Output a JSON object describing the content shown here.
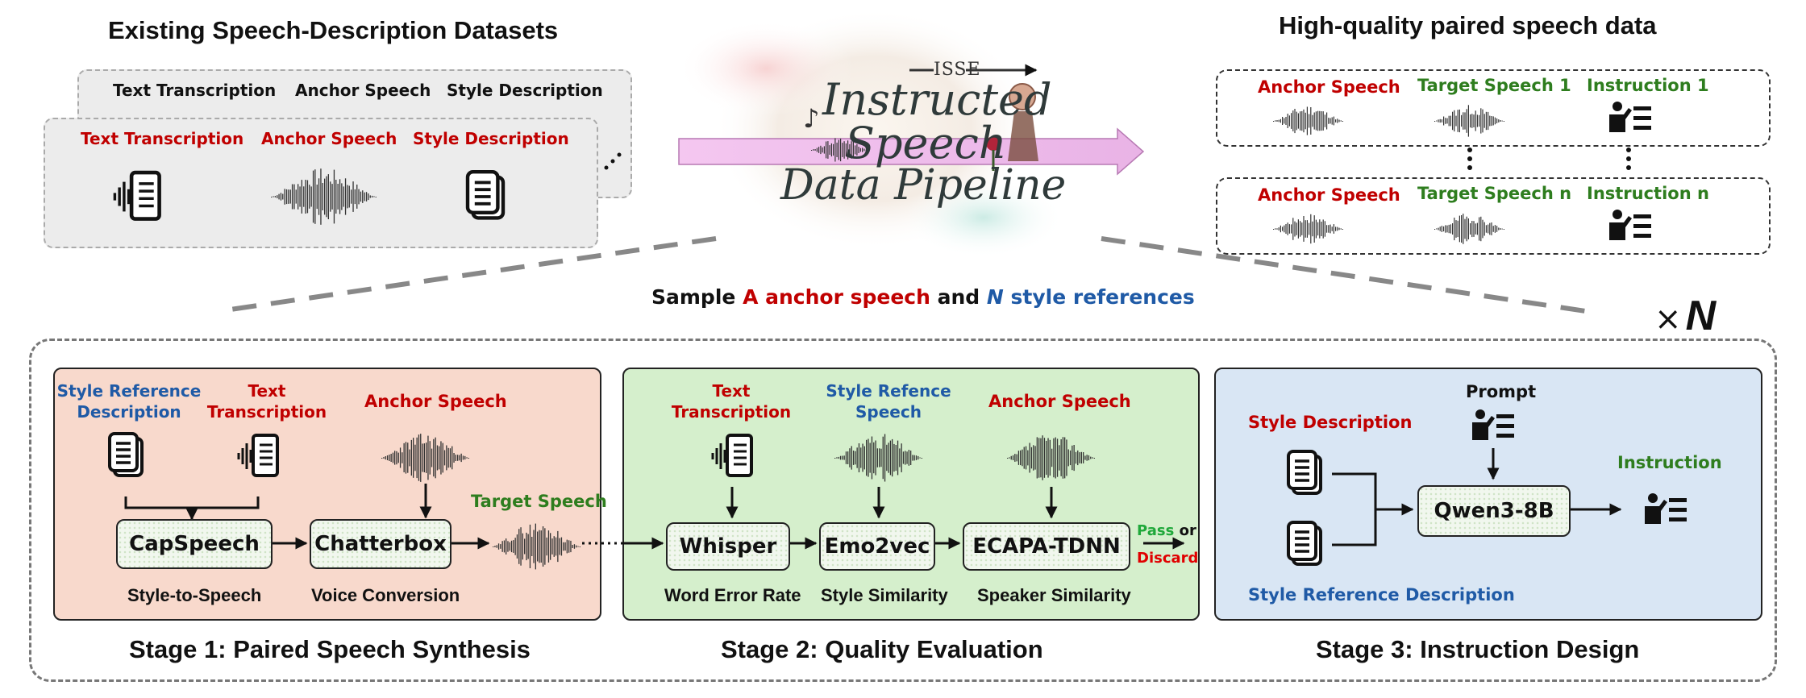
{
  "top_left": {
    "title": "Existing Speech-Description Datasets",
    "back_card": [
      "Text Transcription",
      "Anchor Speech",
      "Style Description"
    ],
    "front_card": [
      "Text Transcription",
      "Anchor Speech",
      "Style Description"
    ]
  },
  "logo": {
    "top": "ISSE",
    "line1": "Instructed",
    "line2": "Speech",
    "line3": "Data Pipeline"
  },
  "top_right": {
    "title": "High-quality paired speech data",
    "row1": [
      "Anchor Speech",
      "Target Speech 1",
      "Instruction 1"
    ],
    "row2": [
      "Anchor Speech",
      "Target Speech n",
      "Instruction n"
    ]
  },
  "sample_line": {
    "p1": "Sample ",
    "p2": "A anchor speech",
    "p3": " and ",
    "p4": "N",
    "p5": " style references"
  },
  "times_n": {
    "x": "×",
    "n": "N"
  },
  "stage1": {
    "title": "Stage 1: Paired Speech Synthesis",
    "style_ref": "Style Reference Description",
    "text_trans": "Text Transcription",
    "anchor": "Anchor Speech",
    "target": "Target Speech",
    "box1": "CapSpeech",
    "box2": "Chatterbox",
    "sub1": "Style-to-Speech",
    "sub2": "Voice Conversion"
  },
  "stage2": {
    "title": "Stage 2: Quality Evaluation",
    "text_trans": "Text Transcription",
    "style_ref": "Style Refence Speech",
    "anchor": "Anchor Speech",
    "box1": "Whisper",
    "box2": "Emo2vec",
    "box3": "ECAPA-TDNN",
    "sub1": "Word Error Rate",
    "sub2": "Style Similarity",
    "sub3": "Speaker Similarity",
    "pass": "Pass",
    "or": "or",
    "discard": "Discard"
  },
  "stage3": {
    "title": "Stage 3: Instruction Design",
    "style_desc": "Style Description",
    "prompt": "Prompt",
    "instruction": "Instruction",
    "box": "Qwen3-8B",
    "style_ref_desc": "Style Reference Description"
  },
  "colors": {
    "red": "#c00000",
    "green": "#2e7d1e",
    "blue": "#1f5aa6",
    "stage1_bg": "#f8d9cc",
    "stage2_bg": "#d5efcc",
    "stage3_bg": "#d9e6f4"
  }
}
